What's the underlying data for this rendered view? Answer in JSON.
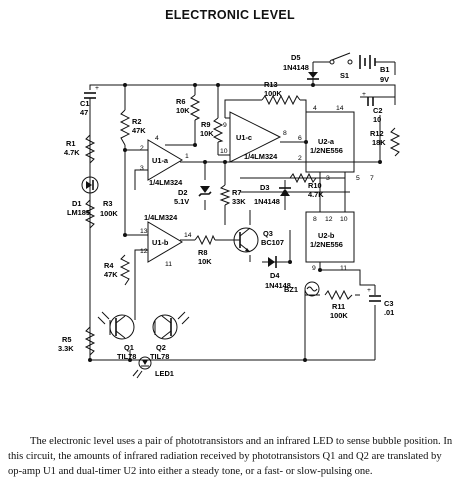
{
  "title": "ELECTRONIC LEVEL",
  "labels": {
    "D5": "D5",
    "D5v": "1N4148",
    "S1": "S1",
    "B1": "B1",
    "B1v": "9V",
    "C1": "C1",
    "C1v": "47",
    "C2": "C2",
    "C2v": "10",
    "R13": "R13",
    "R13v": "100K",
    "R6": "R6",
    "R6v": "10K",
    "R9": "R9",
    "R9v": "10K",
    "R2": "R2",
    "R2v": "47K",
    "R1": "R1",
    "R1v": "4.7K",
    "R12": "R12",
    "R12v": "18K",
    "U2a": "U2-a",
    "U2av": "1/2NE556",
    "U1c": "U1-c",
    "U1cv": "1/4LM324",
    "U1a": "U1-a",
    "U1av": "1/4LM324",
    "D2": "D2",
    "D2v": "5.1V",
    "R7": "R7",
    "R7v": "33K",
    "D3": "D3",
    "D3v": "1N4148",
    "R10": "R10",
    "R10v": "4.7K",
    "D1": "D1",
    "D1v": "LM185",
    "R3": "R3",
    "R3v": "100K",
    "U1bp": "1/4LM324",
    "U1b": "U1-b",
    "Q3": "Q3",
    "Q3v": "BC107",
    "R8": "R8",
    "R8v": "10K",
    "U2b": "U2-b",
    "U2bv": "1/2NE556",
    "D4": "D4",
    "D4v": "1N4148",
    "R4": "R4",
    "R4v": "47K",
    "BZ1": "BZ1",
    "R11": "R11",
    "R11v": "100K",
    "C3": "C3",
    "C3v": ".01",
    "R5": "R5",
    "R5v": "3.3K",
    "Q1": "Q1",
    "Q1v": "TIL78",
    "Q2": "Q2",
    "Q2v": "TIL78",
    "LED1": "LED1"
  },
  "pins": {
    "u1a_4": "4",
    "u1a_2": "2",
    "u1a_3": "3",
    "u1a_1": "1",
    "u1c_9": "9",
    "u1c_8": "8",
    "u1c_10": "10",
    "u1b_13": "13",
    "u1b_12": "12",
    "u1b_14": "14",
    "u1b_11": "11",
    "u2a_6": "6",
    "u2a_2": "2",
    "u2a_4": "4",
    "u2a_14": "14",
    "u2a_3": "3",
    "u2a_5": "5",
    "u2a_7": "7",
    "u2b_8": "8",
    "u2b_12": "12",
    "u2b_10": "10",
    "u2b_9": "9",
    "u2b_11": "11",
    "c1_plus": "+",
    "c2_plus": "+",
    "c3_plus": "+"
  },
  "caption": "The electronic level uses a pair of phototransistors and an infrared LED to sense bubble position. In this circuit, the amounts of infrared radiation received by phototransistors Q1 and Q2 are translated by op-amp U1 and dual-timer U2 into either a steady tone, or a fast- or slow-pulsing one."
}
